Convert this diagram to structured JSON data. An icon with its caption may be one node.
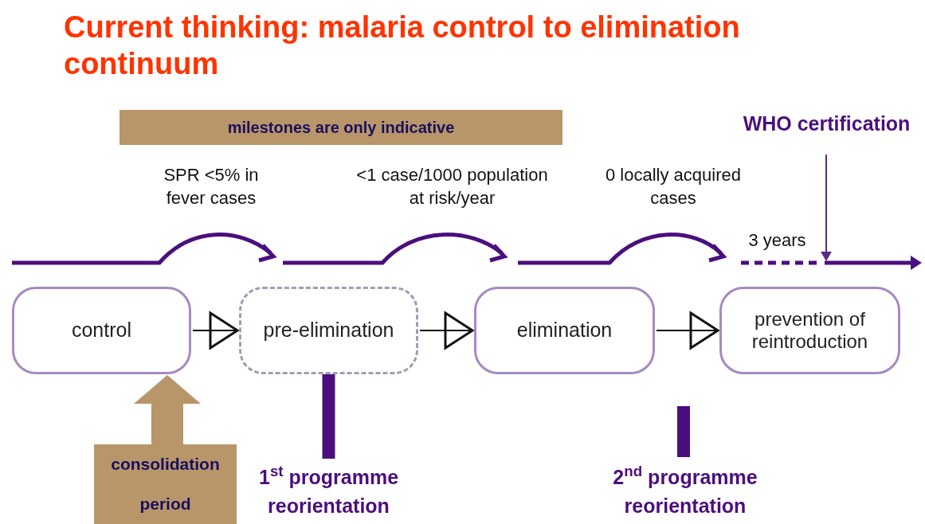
{
  "diagram": {
    "title": "Current thinking: malaria control to elimination continuum",
    "nodes": [
      {
        "text": [
          "milestones are only indicative"
        ]
      },
      {
        "text": [
          "WHO certification"
        ]
      },
      {
        "text": [
          "control"
        ]
      },
      {
        "text": [
          "pre-elimination"
        ]
      },
      {
        "text": [
          "elimination"
        ]
      },
      {
        "text": [
          "prevention of reintroduction"
        ]
      },
      {
        "text": [
          "consolidation period"
        ]
      },
      {
        "text": [
          "1$^{st}$ programme reorientation"
        ]
      },
      {
        "text": [
          "2$^{nd}$ programme reorientation"
        ]
      }
    ],
    "edges": [
      {
        "from": 1,
        "to": null,
        "arrow": "to",
        "color": "#5b2a86"
      },
      {
        "from": 2,
        "to": 3,
        "arrow": "to"
      },
      {
        "from": 3,
        "to": 4,
        "arrow": "to"
      },
      {
        "from": 4,
        "to": 5,
        "arrow": "to"
      },
      {
        "from": 6,
        "to": 2,
        "arrow": "to",
        "style": "thick",
        "color": "#b8966a"
      },
      {
        "from": 7,
        "to": 3,
        "arrow": "none",
        "style": "thick",
        "color": "#4b0f7d"
      },
      {
        "from": 8,
        "to": null,
        "arrow": "none",
        "style": "thick",
        "color": "#4b0f7d"
      }
    ],
    "labels": [
      "SPR <5% in fever cases",
      "<1 case/1000 population at risk/year",
      "0 locally acquired cases",
      "3 years"
    ]
  }
}
